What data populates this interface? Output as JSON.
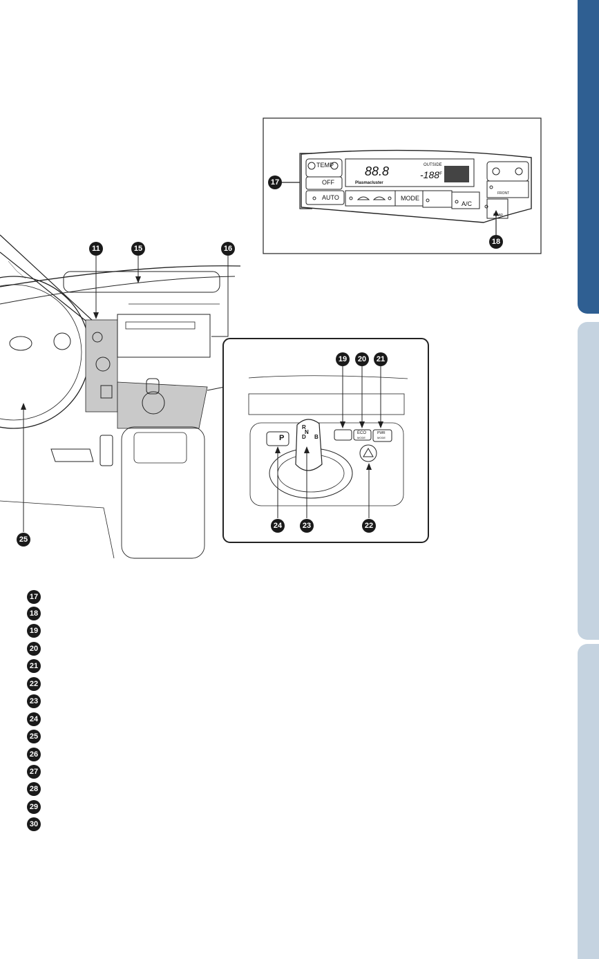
{
  "panel": {
    "temp_label": "TEMP",
    "off_label": "OFF",
    "auto_label": "AUTO",
    "display_temp": "88.8",
    "outside_label": "OUTSIDE",
    "outside_temp": "-188",
    "outside_unit": "°F",
    "plasmacluster_label": "Plasmacluster",
    "mode_label": "MODE",
    "ac_label": "A/C",
    "front_label": "FRONT",
    "rear_label": "REAR"
  },
  "console": {
    "gear_r": "R",
    "gear_n": "N",
    "gear_d": "D",
    "gear_b": "B",
    "park_label": "P",
    "eco_label": "ECO",
    "eco_sub": "MODE",
    "pwr_label": "PWR",
    "pwr_sub": "MODE"
  },
  "callouts": {
    "c11": "11",
    "c15": "15",
    "c16": "16",
    "c17": "17",
    "c18": "18",
    "c19": "19",
    "c20": "20",
    "c21": "21",
    "c22": "22",
    "c23": "23",
    "c24": "24",
    "c25": "25"
  },
  "legend": [
    {
      "num": "17",
      "label": ""
    },
    {
      "num": "18",
      "label": ""
    },
    {
      "num": "19",
      "label": ""
    },
    {
      "num": "20",
      "label": ""
    },
    {
      "num": "21",
      "label": ""
    },
    {
      "num": "22",
      "label": ""
    },
    {
      "num": "23",
      "label": ""
    },
    {
      "num": "24",
      "label": ""
    },
    {
      "num": "25",
      "label": ""
    },
    {
      "num": "26",
      "label": ""
    },
    {
      "num": "27",
      "label": ""
    },
    {
      "num": "28",
      "label": ""
    },
    {
      "num": "29",
      "label": ""
    },
    {
      "num": "30",
      "label": ""
    }
  ],
  "colors": {
    "tab_active": "#2f5f92",
    "tab_inactive": "#c5d3e0",
    "shade": "#c9c9c9"
  }
}
